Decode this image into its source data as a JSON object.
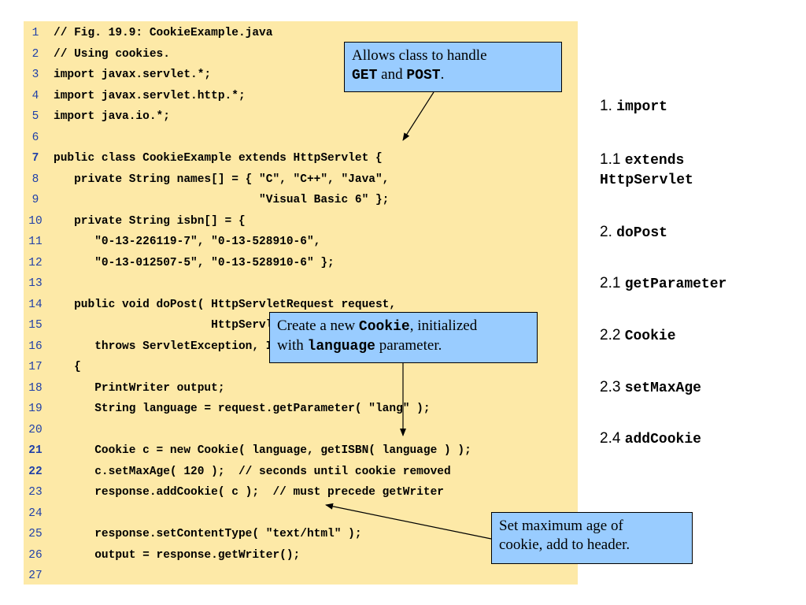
{
  "code_lines": [
    {
      "num": "1",
      "text": "// Fig. 19.9: CookieExample.java"
    },
    {
      "num": "2",
      "text": "// Using cookies."
    },
    {
      "num": "3",
      "text": "import javax.servlet.*;"
    },
    {
      "num": "4",
      "text": "import javax.servlet.http.*;"
    },
    {
      "num": "5",
      "text": "import java.io.*;"
    },
    {
      "num": "6",
      "text": ""
    },
    {
      "num": "7",
      "text": "public class CookieExample extends HttpServlet {"
    },
    {
      "num": "8",
      "text": "   private String names[] = { \"C\", \"C++\", \"Java\","
    },
    {
      "num": "9",
      "text": "                              \"Visual Basic 6\" };"
    },
    {
      "num": "10",
      "text": "   private String isbn[] = {"
    },
    {
      "num": "11",
      "text": "      \"0-13-226119-7\", \"0-13-528910-6\","
    },
    {
      "num": "12",
      "text": "      \"0-13-012507-5\", \"0-13-528910-6\" };"
    },
    {
      "num": "13",
      "text": ""
    },
    {
      "num": "14",
      "text": "   public void doPost( HttpServletRequest request,"
    },
    {
      "num": "15",
      "text": "                       HttpServletResponse response )"
    },
    {
      "num": "16",
      "text": "      throws ServletException, IOException"
    },
    {
      "num": "17",
      "text": "   {"
    },
    {
      "num": "18",
      "text": "      PrintWriter output;"
    },
    {
      "num": "19",
      "text": "      String language = request.getParameter( \"lang\" );"
    },
    {
      "num": "20",
      "text": ""
    },
    {
      "num": "21",
      "text": "      Cookie c = new Cookie( language, getISBN( language ) );"
    },
    {
      "num": "22",
      "text": "      c.setMaxAge( 120 );  // seconds until cookie removed"
    },
    {
      "num": "23",
      "text": "      response.addCookie( c );  // must precede getWriter"
    },
    {
      "num": "24",
      "text": ""
    },
    {
      "num": "25",
      "text": "      response.setContentType( \"text/html\" );"
    },
    {
      "num": "26",
      "text": "      output = response.getWriter();"
    },
    {
      "num": "27",
      "text": ""
    }
  ],
  "bold_line_numbers": [
    "7",
    "21",
    "22"
  ],
  "callouts": {
    "class_handle": {
      "text1": "Allows class to handle",
      "code1": "GET",
      "text2": " and ",
      "code2": "POST",
      "text3": "."
    },
    "new_cookie": {
      "text1": "Create a new ",
      "code1": "Cookie",
      "text2": ", initialized",
      "text3": "with ",
      "code2": "language",
      "text4": " parameter."
    },
    "max_age": {
      "line1": "Set maximum age of",
      "line2": "cookie, add to header."
    }
  },
  "outline": [
    {
      "num": "1.",
      "code": "import"
    },
    {
      "num": "1.1",
      "code": "extends",
      "code2": "HttpServlet"
    },
    {
      "num": "2.",
      "code": "doPost"
    },
    {
      "num": "2.1",
      "code": "getParameter"
    },
    {
      "num": "2.2",
      "code": "Cookie"
    },
    {
      "num": "2.3",
      "code": "setMaxAge"
    },
    {
      "num": "2.4",
      "code": "addCookie"
    }
  ],
  "colors": {
    "code_background": "#fde9a7",
    "callout_background": "#99ccff",
    "line_number": "#1f3fa8"
  }
}
